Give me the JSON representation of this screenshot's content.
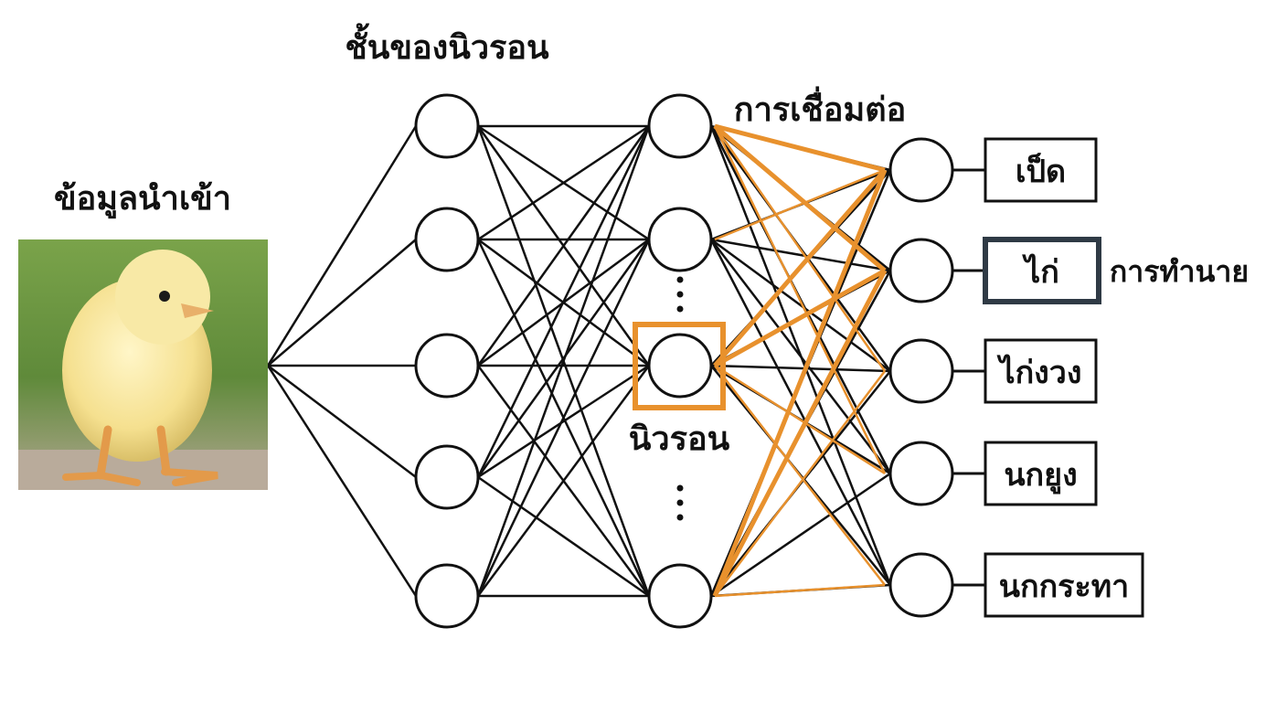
{
  "labels": {
    "input": "ข้อมูลนำเข้า",
    "layer": "ชั้นของนิวรอน",
    "connection": "การเชื่อมต่อ",
    "neuron": "นิวรอน",
    "prediction": "การทำนาย"
  },
  "outputs": [
    {
      "label": "เป็ด",
      "selected": false
    },
    {
      "label": "ไก่",
      "selected": true
    },
    {
      "label": "ไก่งวง",
      "selected": false
    },
    {
      "label": "นกยูง",
      "selected": false
    },
    {
      "label": "นกกระทา",
      "selected": false
    }
  ],
  "colors": {
    "line": "#111111",
    "highlight": "#e8912d",
    "selected_border": "#2f3a45"
  }
}
